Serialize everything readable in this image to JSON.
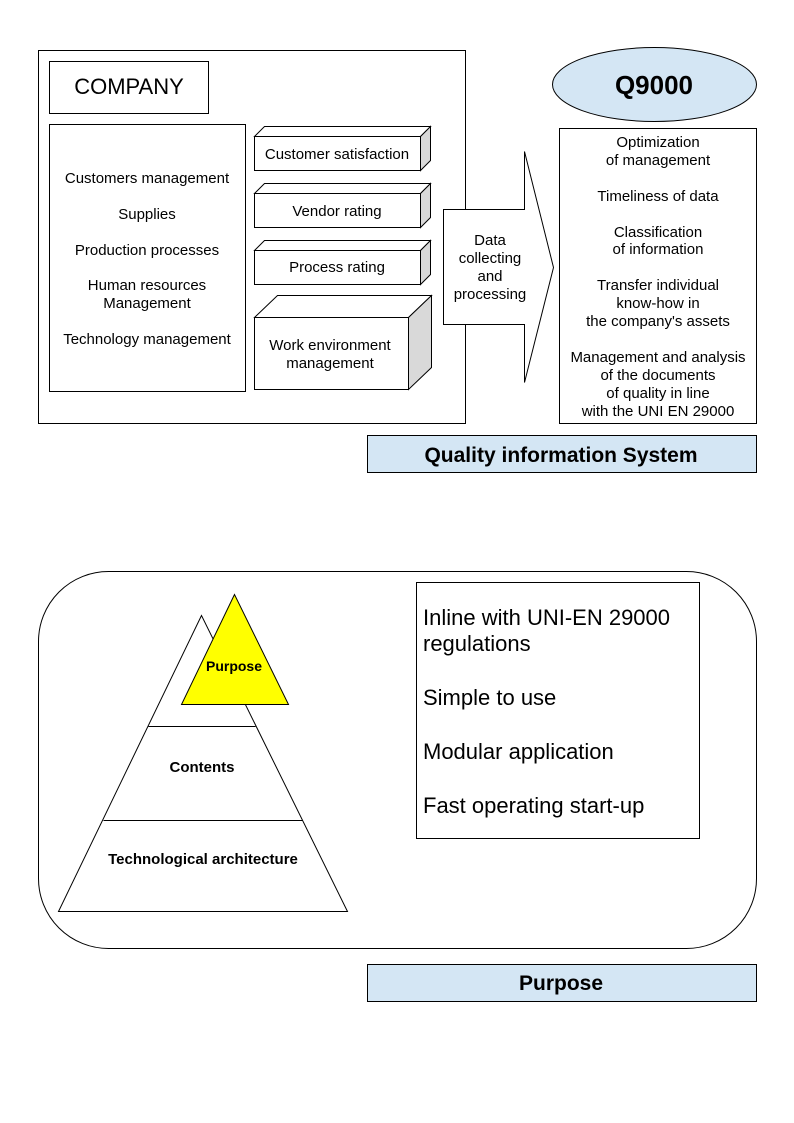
{
  "top_diagram": {
    "company": {
      "title": "COMPANY",
      "areas": [
        "Customers management",
        "Supplies",
        "Production processes",
        "Human resources",
        "Management",
        "Technology management"
      ]
    },
    "modules": [
      "Customer satisfaction",
      "Vendor rating",
      "Process rating",
      "Work environment",
      "management"
    ],
    "arrow_label": [
      "Data",
      "collecting",
      "and",
      "processing"
    ],
    "product": "Q9000",
    "benefits": [
      "Optimization",
      "of management",
      "Timeliness of data",
      "Classification",
      "of information",
      "Transfer individual",
      "know-how in",
      "the company's assets",
      "Management and analysis",
      "of the documents",
      "of quality in line",
      "with the UNI EN 29000"
    ],
    "caption": "Quality information System"
  },
  "bottom_diagram": {
    "pyramid_levels": [
      "Purpose",
      "Contents",
      "Technological architecture"
    ],
    "features": [
      "Inline with UNI-EN 29000",
      "regulations",
      "Simple to use",
      "Modular application",
      "Fast operating start-up"
    ],
    "caption": "Purpose"
  },
  "colors": {
    "caption_fill": "#d4e6f4",
    "ellipse_fill": "#d4e6f4",
    "triangle_fill": "#ffff00",
    "box3d_side": "#d9d9d9"
  }
}
